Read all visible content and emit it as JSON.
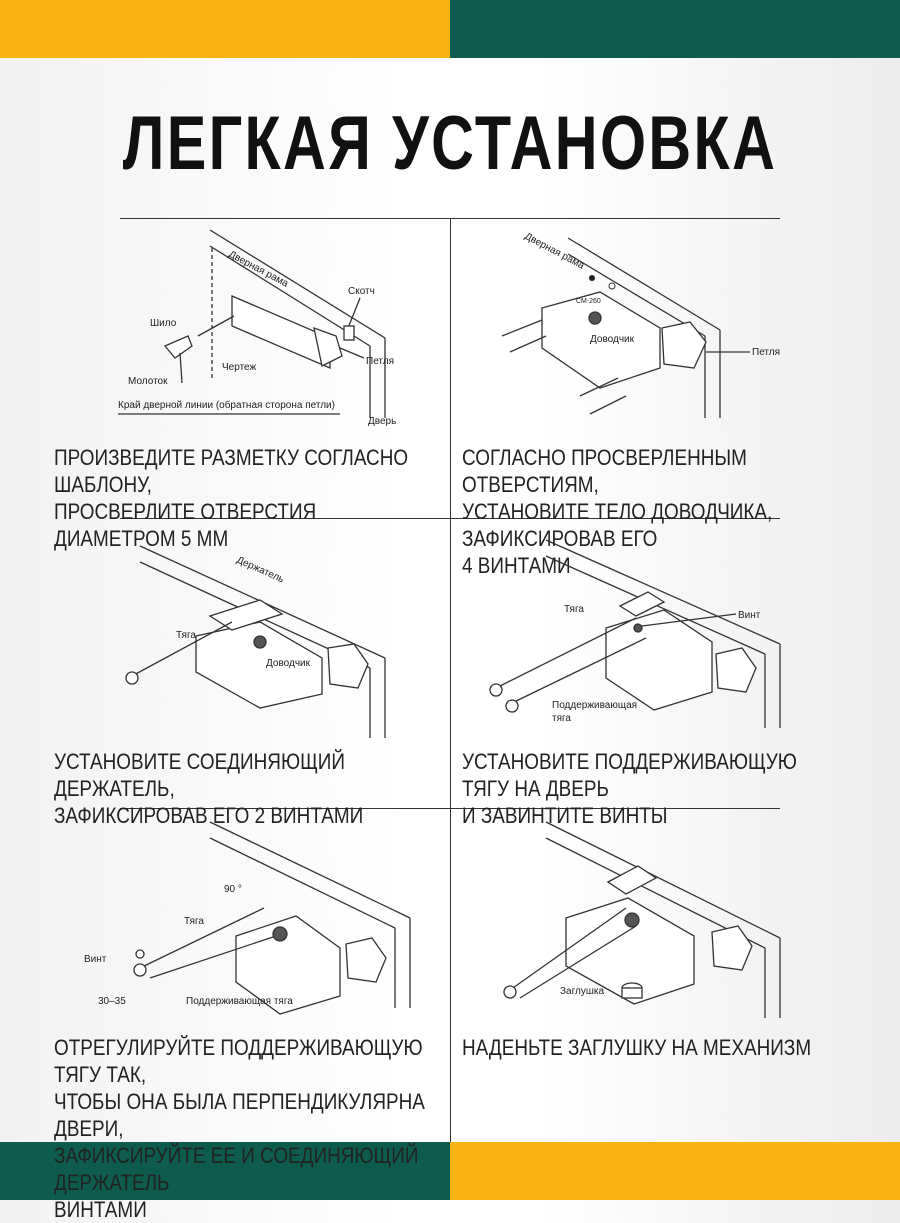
{
  "colors": {
    "yellow": "#F6B313",
    "green": "#0E5C4E"
  },
  "title": "ЛЕГКАЯ УСТАНОВКА",
  "steps": [
    {
      "caption": "ПРОИЗВЕДИТЕ РАЗМЕТКУ СОГЛАСНО ШАБЛОНУ,\nПРОСВЕРЛИТЕ ОТВЕРСТИЯ ДИАМЕТРОМ 5 ММ",
      "labels": {
        "frame": "Дверная рама",
        "tape": "Скотч",
        "awl": "Шило",
        "hinge": "Петля",
        "drawing": "Чертеж",
        "hammer": "Молоток",
        "edge": "Край дверной линии (обратная сторона петли)",
        "door": "Дверь"
      }
    },
    {
      "caption": "СОГЛАСНО ПРОСВЕРЛЕННЫМ ОТВЕРСТИЯМ,\nУСТАНОВИТЕ ТЕЛО ДОВОДЧИКА, ЗАФИКСИРОВАВ ЕГО\n4 ВИНТАМИ",
      "labels": {
        "frame": "Дверная рама",
        "closer": "Доводчик",
        "hinge": "Петля",
        "small": "СМ-260"
      }
    },
    {
      "caption": "УСТАНОВИТЕ СОЕДИНЯЮЩИЙ ДЕРЖАТЕЛЬ,\nЗАФИКСИРОВАВ ЕГО 2 ВИНТАМИ",
      "labels": {
        "holder": "Держатель",
        "rod": "Тяга",
        "closer": "Доводчик"
      }
    },
    {
      "caption": "УСТАНОВИТЕ ПОДДЕРЖИВАЮЩУЮ ТЯГУ НА ДВЕРЬ\nИ ЗАВИНТИТЕ ВИНТЫ",
      "labels": {
        "rod": "Тяга",
        "screw": "Винт",
        "support1": "Поддерживающая",
        "support2": "тяга"
      }
    },
    {
      "caption": "ОТРЕГУЛИРУЙТЕ ПОДДЕРЖИВАЮЩУЮ ТЯГУ ТАК,\nЧТОБЫ ОНА БЫЛА ПЕРПЕНДИКУЛЯРНА ДВЕРИ,\nЗАФИКСИРУЙТЕ ЕЕ И СОЕДИНЯЮЩИЙ ДЕРЖАТЕЛЬ\nВИНТАМИ",
      "labels": {
        "angle": "90 °",
        "rod": "Тяга",
        "screw": "Винт",
        "range": "30–35",
        "support": "Поддерживающая тяга"
      }
    },
    {
      "caption": "НАДЕНЬТЕ ЗАГЛУШКУ НА МЕХАНИЗМ",
      "labels": {
        "cap": "Заглушка"
      }
    }
  ]
}
